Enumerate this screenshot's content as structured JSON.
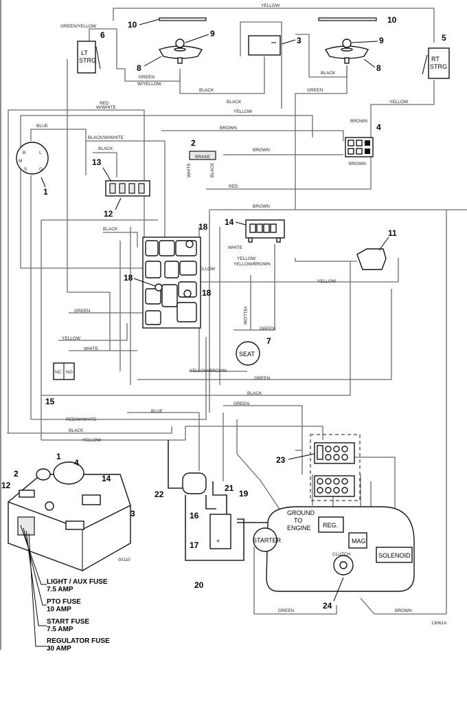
{
  "wire_labels": {
    "yellow": "YELLOW",
    "green_yellow": "GREEN/YELLOW",
    "black": "BLACK",
    "green": "GREEN",
    "green_wyellow": "GREEN",
    "wyellow": "W/YELLOW",
    "red_wwhite": "RED",
    "wwhite": "W/WHITE",
    "blue": "BLUE",
    "brown": "BROWN",
    "black_wwhite": "BLACK/W/WHITE",
    "white": "WHITE",
    "red": "RED",
    "yellow_brown": "YELLOW/BROWN",
    "red_wwhite_lower": "RED/W/WHITE"
  },
  "components": {
    "lt_strg_line1": "LT",
    "lt_strg_line2": "STRG",
    "rt_strg_line1": "RT",
    "rt_strg_line2": "STRG",
    "brake": "BRAKE",
    "seat": "SEAT",
    "nc": "NC",
    "no": "NO",
    "ground_line1": "GROUND",
    "ground_line2": "TO",
    "ground_line3": "ENGINE",
    "starter": "STARTER",
    "reg": "REG.",
    "mag": "MAG",
    "solenoid": "SOLENOID",
    "clutch": "CLUTCH",
    "key_b": "B",
    "key_l": "L",
    "key_m": "M",
    "key_s": "S",
    "key_g": "G",
    "panel_code": "00110",
    "drawing_code": "13061A",
    "plus": "+"
  },
  "callouts": [
    "1",
    "2",
    "3",
    "4",
    "5",
    "6",
    "7",
    "8",
    "8",
    "9",
    "9",
    "10",
    "10",
    "11",
    "12",
    "12",
    "13",
    "14",
    "14",
    "15",
    "16",
    "17",
    "18",
    "18",
    "18",
    "19",
    "20",
    "21",
    "22",
    "23",
    "24",
    "1",
    "2",
    "3",
    "4"
  ],
  "fuses": [
    {
      "name": "LIGHT / AUX FUSE",
      "rating": "7.5 AMP"
    },
    {
      "name": "PTO FUSE",
      "rating": "10 AMP"
    },
    {
      "name": "START FUSE",
      "rating": "7.5 AMP"
    },
    {
      "name": "REGULATOR FUSE",
      "rating": "30 AMP"
    }
  ]
}
